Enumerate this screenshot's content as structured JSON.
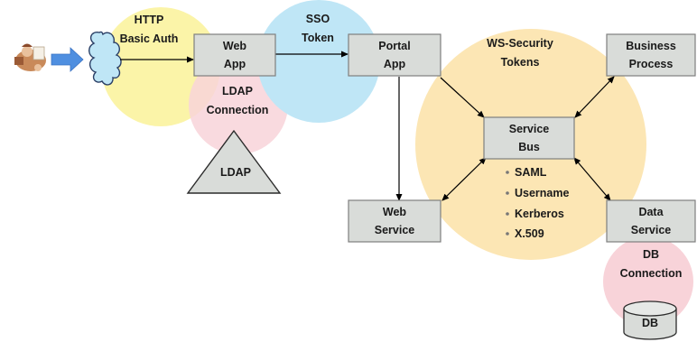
{
  "colors": {
    "yellow_zone": "#fbf4a8",
    "pink_zone": "#f8d3d9",
    "blue_zone": "#bfe6f6",
    "orange_zone": "#fce6b4",
    "box_fill": "#d9dcd9",
    "arrow_blue": "#4f8fe0"
  },
  "icons": {
    "user": "user-icon",
    "browser": "cloud-icon",
    "ldap": "triangle-icon",
    "db": "database-cylinder-icon"
  },
  "zones": {
    "http": {
      "line1": "HTTP",
      "line2": "Basic Auth"
    },
    "sso": {
      "line1": "SSO",
      "line2": "Token"
    },
    "ldap_conn": {
      "line1": "LDAP",
      "line2": "Connection"
    },
    "ws_security": {
      "line1": "WS-Security",
      "line2": "Tokens"
    },
    "db_conn": {
      "line1": "DB",
      "line2": "Connection"
    }
  },
  "nodes": {
    "web_app": {
      "line1": "Web",
      "line2": "App"
    },
    "portal_app": {
      "line1": "Portal",
      "line2": "App"
    },
    "business_process": {
      "line1": "Business",
      "line2": "Process"
    },
    "service_bus": {
      "line1": "Service",
      "line2": "Bus"
    },
    "web_service": {
      "line1": "Web",
      "line2": "Service"
    },
    "data_service": {
      "line1": "Data",
      "line2": "Service"
    },
    "ldap": {
      "label": "LDAP"
    },
    "db": {
      "label": "DB"
    }
  },
  "token_list": [
    "SAML",
    "Username",
    "Kerberos",
    "X.509"
  ]
}
